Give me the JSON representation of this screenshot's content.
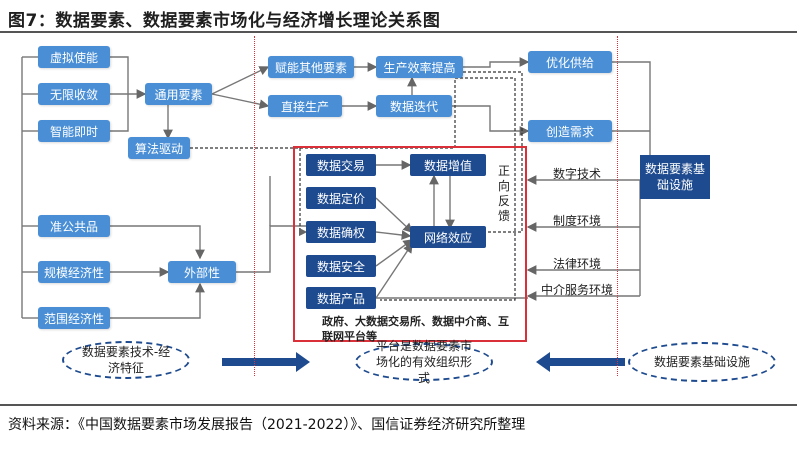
{
  "title": "图7：数据要素、数据要素市场化与经济增长理论关系图",
  "left_features": [
    "虚拟使能",
    "无限收敛",
    "智能即时",
    "准公共品",
    "规模经济性",
    "范围经济性"
  ],
  "general_factor": "通用要素",
  "algorithm_driven": "算法驱动",
  "external": "外部性",
  "empower_other": "赋能其他要素",
  "direct_production": "直接生产",
  "efficiency": "生产效率提高",
  "iteration": "数据迭代",
  "optimize_supply": "优化供给",
  "create_demand": "创造需求",
  "market": {
    "items": [
      "数据交易",
      "数据定价",
      "数据确权",
      "数据安全",
      "数据产品"
    ],
    "value_add": "数据增值",
    "network_effect": "网络效应",
    "feedback": "正向反馈",
    "participants": "政府、大数据交易所、数据中介商、互联网平台等"
  },
  "infra_box": "数据要素基础设施",
  "infra_items": [
    "数字技术",
    "制度环境",
    "法律环境",
    "中介服务环境"
  ],
  "bottom": {
    "left_ellipse": "数据要素技术-经济特征",
    "center_ellipse": "平台是数据要素市场化的有效组织形式",
    "right_ellipse": "数据要素基础设施"
  },
  "source": "资料来源：《中国数据要素市场发展报告（2021-2022）》、国信证券经济研究所整理",
  "colors": {
    "box": "#4a8fd6",
    "dark": "#1e4b8f",
    "red": "#d9303a"
  }
}
